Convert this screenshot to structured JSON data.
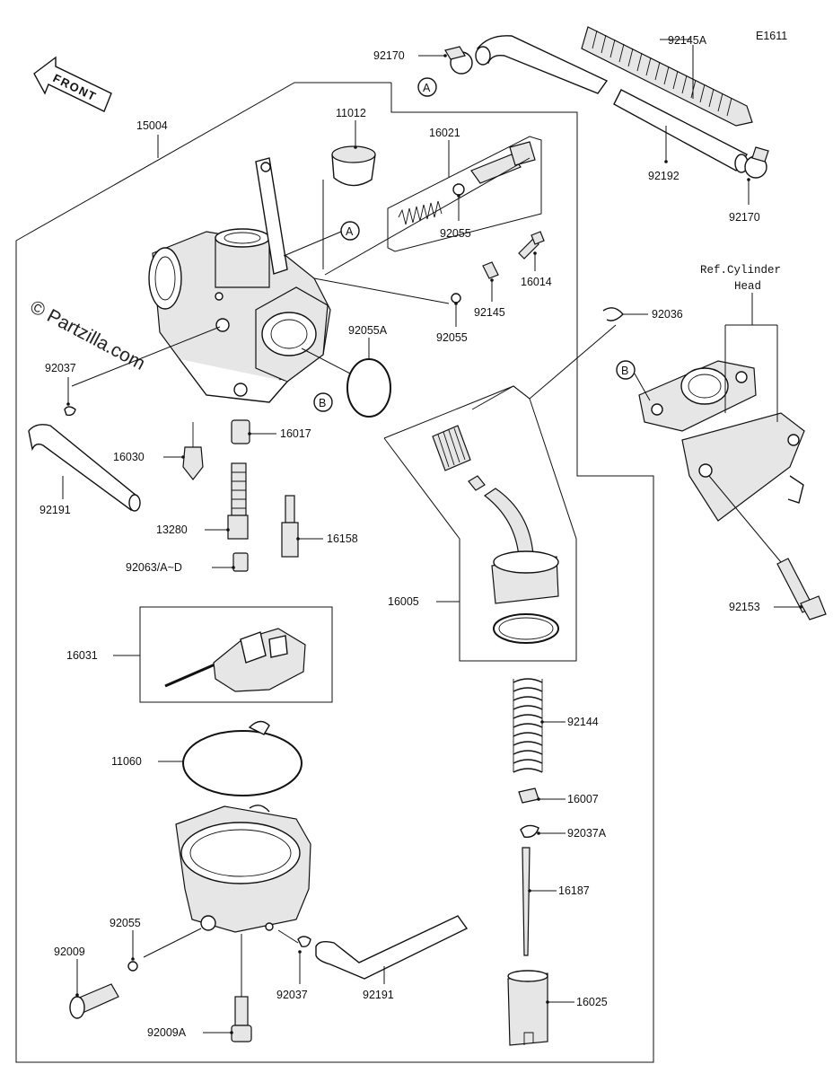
{
  "diagram_code": "E1611",
  "front_label": "FRONT",
  "watermark": "© Partzilla.com",
  "ref_label_line1": "Ref.Cylinder",
  "ref_label_line2": "Head",
  "callouts": {
    "A": "A",
    "B": "B"
  },
  "part_numbers": {
    "p15004": "15004",
    "p11012": "11012",
    "p16021": "16021",
    "p92055_top": "92055",
    "p16014": "16014",
    "p92145": "92145",
    "p92055_mid": "92055",
    "p92055A": "92055A",
    "p92170_top": "92170",
    "p92145A": "92145A",
    "p92192": "92192",
    "p92170_right": "92170",
    "p92036": "92036",
    "p92037_left": "92037",
    "p92191_left": "92191",
    "p16030": "16030",
    "p16017": "16017",
    "p13280": "13280",
    "p16158": "16158",
    "p92063": "92063/A~D",
    "p16005": "16005",
    "p92153": "92153",
    "p16031": "16031",
    "p11060": "11060",
    "p92144": "92144",
    "p16007": "16007",
    "p92037A": "92037A",
    "p16187": "16187",
    "p92055_bottom": "92055",
    "p92009": "92009",
    "p92037_bottom": "92037",
    "p92191_bottom": "92191",
    "p16025": "16025",
    "p92009A": "92009A"
  }
}
